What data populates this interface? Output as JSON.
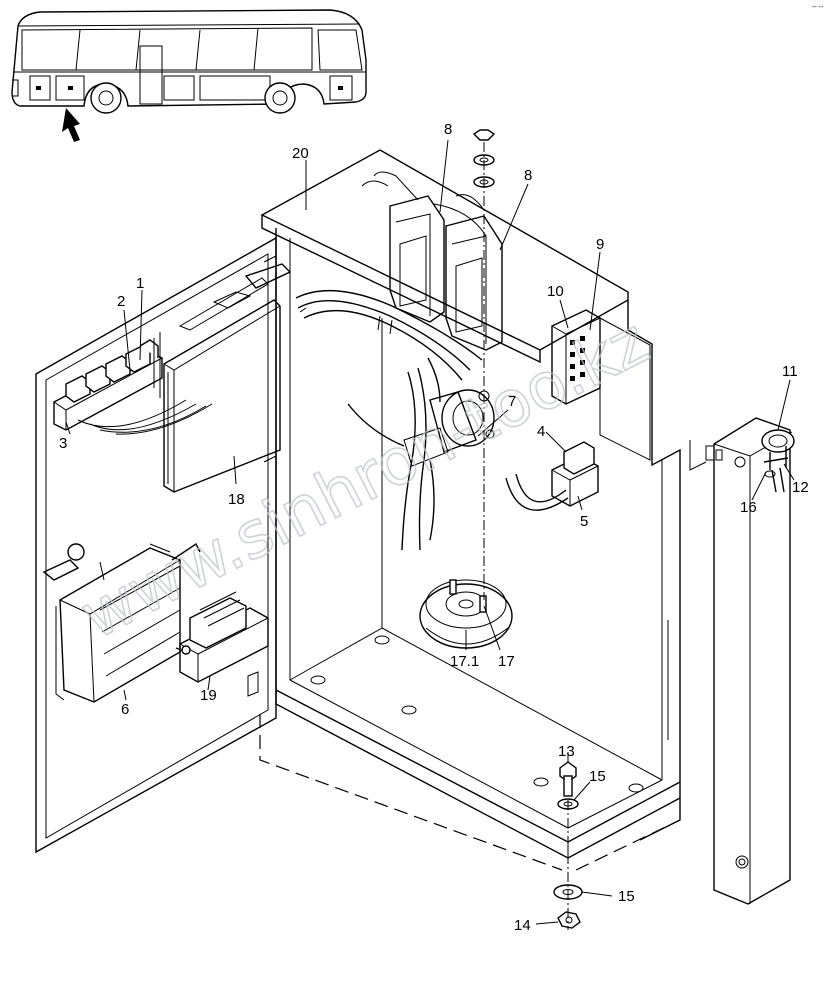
{
  "corner_mark": "-- --",
  "watermark": "www.sinhron-too.kz",
  "callouts": [
    {
      "id": "c1",
      "text": "1"
    },
    {
      "id": "c2",
      "text": "2"
    },
    {
      "id": "c3",
      "text": "3"
    },
    {
      "id": "c4",
      "text": "4"
    },
    {
      "id": "c5",
      "text": "5"
    },
    {
      "id": "c6",
      "text": "6"
    },
    {
      "id": "c7",
      "text": "7"
    },
    {
      "id": "c8a",
      "text": "8"
    },
    {
      "id": "c8b",
      "text": "8"
    },
    {
      "id": "c9",
      "text": "9"
    },
    {
      "id": "c10",
      "text": "10"
    },
    {
      "id": "c11",
      "text": "11"
    },
    {
      "id": "c12",
      "text": "12"
    },
    {
      "id": "c13",
      "text": "13"
    },
    {
      "id": "c14",
      "text": "14"
    },
    {
      "id": "c15a",
      "text": "15"
    },
    {
      "id": "c15b",
      "text": "15"
    },
    {
      "id": "c16",
      "text": "16"
    },
    {
      "id": "c17",
      "text": "17"
    },
    {
      "id": "c171",
      "text": "17.1"
    },
    {
      "id": "c18",
      "text": "18"
    },
    {
      "id": "c19",
      "text": "19"
    },
    {
      "id": "c20",
      "text": "20"
    }
  ]
}
